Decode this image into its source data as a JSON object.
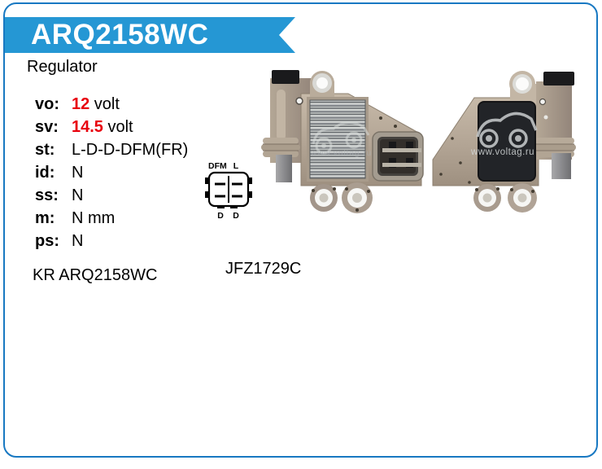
{
  "colors": {
    "banner_bg": "#2597d4",
    "frame_border": "#1878c2",
    "spec_highlight": "#e8000d",
    "text": "#000000"
  },
  "banner": {
    "part_number": "ARQ2158WC"
  },
  "product": {
    "type_label": "Regulator"
  },
  "specs": {
    "rows": [
      {
        "label": "vo:",
        "value_highlight": "12",
        "value_rest": " volt"
      },
      {
        "label": "sv:",
        "value_highlight": "14.5",
        "value_rest": " volt"
      },
      {
        "label": "st:",
        "value_rest": "L-D-D-DFM(FR)"
      },
      {
        "label": "id:",
        "value_rest": "N"
      },
      {
        "label": "ss:",
        "value_rest": "N"
      },
      {
        "label": "m:",
        "value_rest": "N mm"
      },
      {
        "label": "ps:",
        "value_rest": "N"
      }
    ]
  },
  "codes": {
    "kr_code": "KR ARQ2158WC",
    "oe_code": "JFZ1729C"
  },
  "connector_diagram": {
    "pin_top_left": "DFM",
    "pin_top_right": "L",
    "pin_bottom_left": "D",
    "pin_bottom_right": "D"
  },
  "photos": {
    "watermark": "www.voltag.ru"
  }
}
